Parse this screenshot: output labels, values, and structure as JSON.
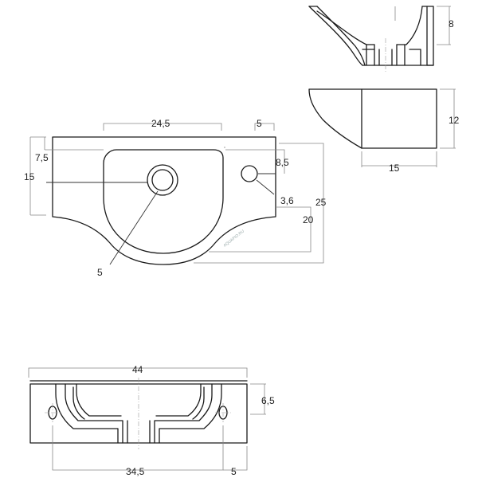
{
  "dimensions": {
    "top_view_width": "24,5",
    "top_view_overflow_offset": "5",
    "top_view_left_offset": "7,5",
    "top_view_left_height": "15",
    "tap_hole_offset": "8,5",
    "tap_hole_diameter": "3,6",
    "drain_diameter": "5",
    "overall_depth": "25",
    "basin_depth": "20",
    "side_height": "8",
    "side_depth": "12",
    "side_width": "15",
    "front_total_width": "44",
    "front_height": "6,5",
    "front_hole_spacing": "34,5",
    "front_hole_offset": "5"
  },
  "watermark": "AQUAPIO.RU"
}
